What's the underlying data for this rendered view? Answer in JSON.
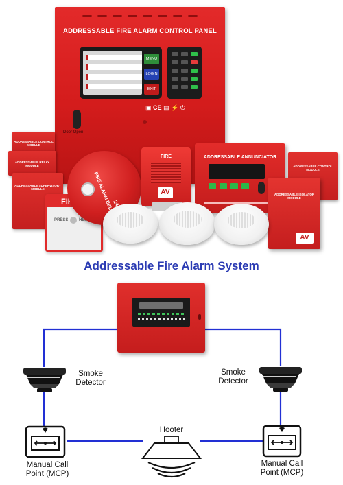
{
  "products": {
    "panel_title": "ADDRESSABLE FIRE ALARM CONTROL PANEL",
    "soft_keys": [
      "MENU",
      "LOGIN",
      "EXIT"
    ],
    "door_label": "Door Open",
    "bell_text": "FIRE ALARM BELL",
    "bell_voltage": "24V DC",
    "strobe_label": "FIRE",
    "brand_logo": "AV",
    "annunciator_label": "ADDRESSABLE ANNUNCIATOR",
    "mcp_label": "FIRE",
    "mcp_press": "PRESS",
    "mcp_here": "HERE",
    "modules": [
      "ADDRESSABLE CONTROL MODULE",
      "ADDRESSABLE RELAY MODULE",
      "ADDRESSABLE SUPERVISORY MODULE"
    ],
    "isolator_label": "ADDRESSABLE ISOLATOR MODULE",
    "extra_module_label": "ADDRESSABLE CONTROL MODULE"
  },
  "diagram": {
    "title": "Addressable Fire Alarm System",
    "smoke_left": [
      "Smoke",
      "Detector"
    ],
    "smoke_right": [
      "Smoke",
      "Detector"
    ],
    "hooter": "Hooter",
    "mcp_left": [
      "Manual Call",
      "Point (MCP)"
    ],
    "mcp_right": [
      "Manual Call",
      "Point (MCP)"
    ]
  },
  "colors": {
    "wire": "#2230d4",
    "title": "#2b3bb3",
    "device_red": "#d41c1c"
  }
}
